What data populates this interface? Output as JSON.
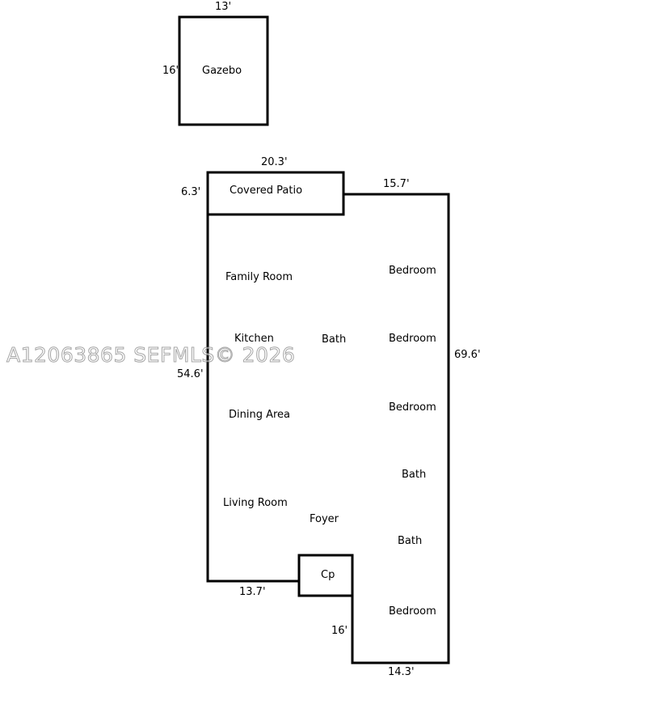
{
  "watermark": "A12063865  SEFMLS© 2026",
  "rooms": {
    "gazebo": "Gazebo",
    "covered_patio": "Covered Patio",
    "family_room": "Family Room",
    "kitchen": "Kitchen",
    "dining_area": "Dining Area",
    "living_room": "Living Room",
    "foyer": "Foyer",
    "cp": "Cp",
    "bath_center": "Bath",
    "bedroom_1": "Bedroom",
    "bedroom_2": "Bedroom",
    "bedroom_3": "Bedroom",
    "bath_right_1": "Bath",
    "bath_right_2": "Bath",
    "bedroom_4": "Bedroom"
  },
  "dimensions": {
    "gazebo_width": "13'",
    "gazebo_depth": "16'",
    "patio_width": "20.3'",
    "patio_depth": "6.3'",
    "right_top": "15.7'",
    "right_side": "69.6'",
    "left_side": "54.6'",
    "bottom_left": "13.7'",
    "wing_side": "16'",
    "bottom_right": "14.3'"
  },
  "colors": {
    "line": "#000000",
    "background": "#ffffff"
  }
}
